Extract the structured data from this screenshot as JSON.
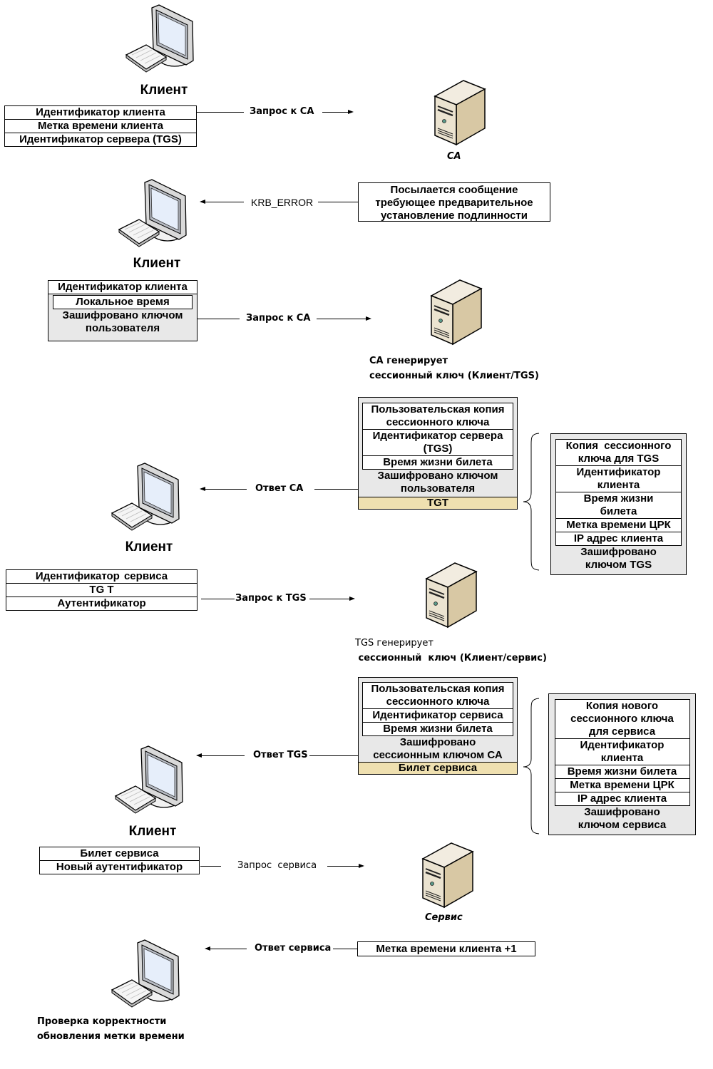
{
  "icons": {
    "client": "computer-workstation-icon",
    "server": "server-tower-icon",
    "brace": "curly-brace-icon"
  },
  "colors": {
    "gray_fill": "#e8e8e8",
    "ticket_fill": "#efe0b0",
    "server_body": "#e6dcc4"
  },
  "step1": {
    "client_label": "Клиент",
    "request_rows": [
      "Идентификатор клиента",
      "Метка времени клиента",
      "Идентификатор сервера (TGS)"
    ],
    "arrow_label": "Запрос к СА",
    "server_label": "СА"
  },
  "step2": {
    "arrow_label": "KRB_ERROR",
    "message_lines": [
      "Посылается сообщение",
      "требующее предварительное",
      "установление подлинности"
    ],
    "client_label": "Клиент"
  },
  "step3": {
    "row_client_id": "Идентификатор клиента",
    "row_local_time": "Локальное время",
    "encrypted_lines": [
      "Зашифровано ключом",
      "пользователя"
    ],
    "arrow_label": "Запрос к СА",
    "server_caption_lines": [
      "СА генерирует",
      "сессионный ключ (Клиент/TGS)"
    ]
  },
  "step4": {
    "reply_rows": [
      "Пользовательская копия сессионного ключа",
      "Идентификатор сервера (TGS)",
      "Время жизни билета"
    ],
    "reply_rows_display": [
      [
        "Пользовательская копия",
        "сессионного ключа"
      ],
      [
        "Идентификатор сервера",
        "(TGS)"
      ],
      [
        "Время жизни билета"
      ]
    ],
    "encrypted_lines": [
      "Зашифровано ключом",
      "пользователя"
    ],
    "ticket_label": "TGT",
    "arrow_label": "Ответ СА",
    "tgt_rows_display": [
      [
        "Копия  сессионного",
        "ключа для TGS"
      ],
      [
        "Идентификатор",
        "клиента"
      ],
      [
        "Время жизни",
        "билета"
      ],
      [
        "Метка времени ЦРК"
      ],
      [
        "IP адрес клиента"
      ]
    ],
    "tgt_encrypted_lines": [
      "Зашифровано",
      "ключом TGS"
    ],
    "client_label": "Клиент"
  },
  "step5": {
    "request_rows": [
      "Идентификатор  сервиса",
      "TG T",
      "Аутентификатор"
    ],
    "arrow_label": "Запрос к TGS",
    "server_caption_lines": [
      "TGS генерирует",
      " сессионный  ключ (Клиент/сервис)"
    ]
  },
  "step6": {
    "reply_rows_display": [
      [
        "Пользовательская копия",
        "сессионного ключа"
      ],
      [
        "Идентификатор сервиса"
      ],
      [
        "Время жизни билета"
      ]
    ],
    "encrypted_lines": [
      "Зашифровано",
      "сессионным ключом СА"
    ],
    "ticket_label": "Билет сервиса",
    "arrow_label": "Ответ TGS",
    "ticket_rows_display": [
      [
        "Копия нового",
        "сессионного ключа",
        "для сервиса"
      ],
      [
        "Идентификатор",
        "клиента"
      ],
      [
        "Время жизни билета"
      ],
      [
        "Метка времени ЦРК"
      ],
      [
        "IP адрес клиента"
      ]
    ],
    "ticket_encrypted_lines": [
      "Зашифровано",
      "ключом сервиса"
    ],
    "client_label": "Клиент"
  },
  "step7": {
    "request_rows": [
      "Билет сервиса",
      "Новый аутентификатор"
    ],
    "arrow_label": "Запрос  сервиса",
    "server_label": "Сервис"
  },
  "step8": {
    "arrow_label": "Ответ сервиса",
    "reply_box": "Метка времени клиента +1",
    "client_caption_lines": [
      "Проверка корректности",
      "обновления метки времени"
    ]
  }
}
